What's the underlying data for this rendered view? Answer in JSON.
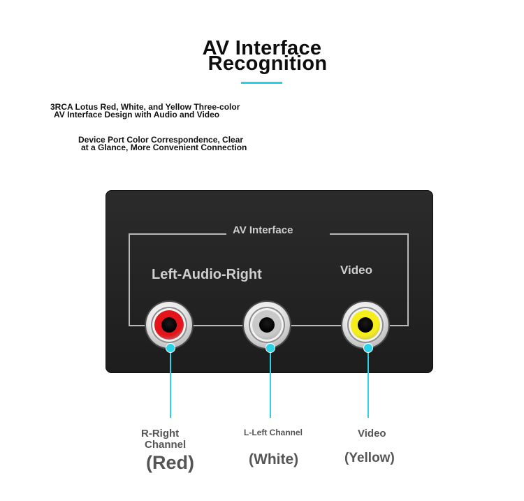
{
  "header": {
    "title_line1": "AV Interface",
    "title_line2": "Recognition",
    "accent_color": "#29d1e6"
  },
  "subtitles": {
    "line1a": "3RCA Lotus Red, White, and Yellow Three-color",
    "line1b": "AV Interface Design with Audio and Video",
    "line2a": "Device Port Color Correspondence, Clear",
    "line2b": "at a Glance, More Convenient Connection"
  },
  "panel": {
    "frame_label": "AV Interface",
    "audio_label": "Left-Audio-Right",
    "video_label": "Video"
  },
  "ports": [
    {
      "name": "red",
      "color": "#e3141a"
    },
    {
      "name": "white",
      "color": "#c9c9c9"
    },
    {
      "name": "yellow",
      "color": "#f6ee1a"
    }
  ],
  "callouts": {
    "red_line1": "R-Right",
    "red_line2": "Channel",
    "red_color": "(Red)",
    "white_line1": "L-Left Channel",
    "white_color": "(White)",
    "yellow_line1": "Video",
    "yellow_color": "(Yellow)"
  }
}
